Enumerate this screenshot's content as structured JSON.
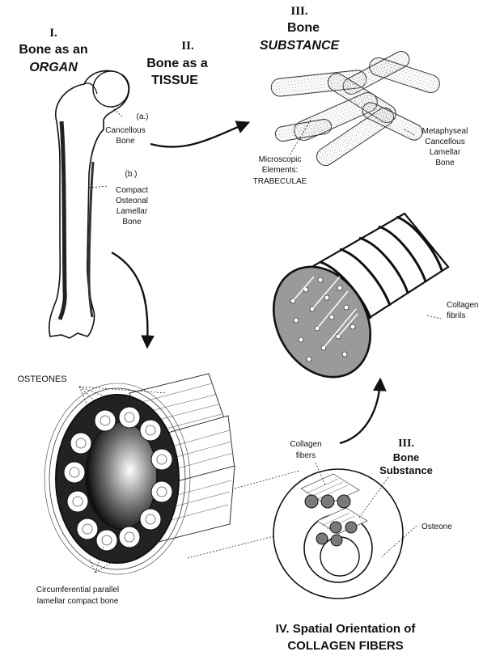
{
  "section_organ": {
    "numeral": "I.",
    "line1": "Bone as an",
    "line2": "ORGAN"
  },
  "section_tissue": {
    "numeral": "II.",
    "line1": "Bone as a",
    "line2": "TISSUE"
  },
  "section_substance_top": {
    "numeral": "III.",
    "line1": "Bone",
    "line2": "SUBSTANCE"
  },
  "femur_labels": {
    "a_marker": "(a.)",
    "cancellous": [
      "Cancellous",
      "Bone"
    ],
    "b_marker": "(b.)",
    "compact": [
      "Compact",
      "Osteonal",
      "Lamellar",
      "Bone"
    ]
  },
  "trabeculae_labels": {
    "metaphyseal": [
      "Metaphyseal",
      "Cancellous",
      "Lamellar",
      "Bone"
    ],
    "microscopic": [
      "Microscopic",
      "Elements:",
      "TRABECULAE"
    ]
  },
  "collagen_cylinder_label": [
    "Collagen",
    "fibrils"
  ],
  "osteones_label": "OSTEONES",
  "circumferential_label": [
    "Circumferential parallel",
    "lamellar compact bone"
  ],
  "substance_bottom": {
    "numeral": "III.",
    "line1": "Bone",
    "line2": "Substance"
  },
  "collagen_fibers_label": [
    "Collagen",
    "fibers"
  ],
  "osteone_label": "Osteone",
  "spatial": {
    "line1": "IV. Spatial Orientation of",
    "line2": "COLLAGEN FIBERS"
  },
  "colors": {
    "ink": "#111111",
    "stipple": "#bdbdbd",
    "fiber_fill": "#7a7a7a",
    "background": "#ffffff"
  }
}
